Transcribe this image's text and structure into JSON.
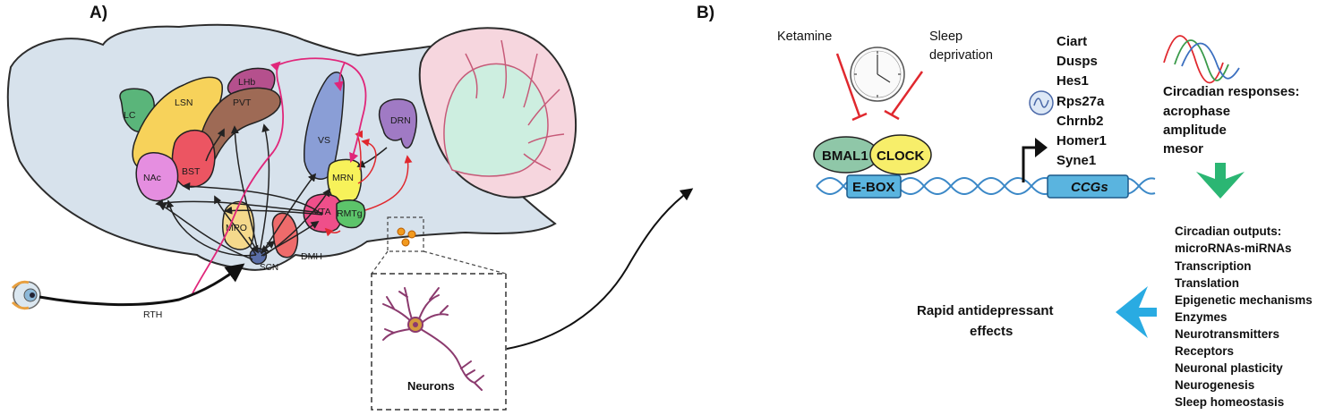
{
  "panels": {
    "a_label": "A)",
    "b_label": "B)"
  },
  "panel_a": {
    "regions": {
      "lc": "LC",
      "lsn": "LSN",
      "lhb": "LHb",
      "pvt": "PVT",
      "vs": "VS",
      "drn": "DRN",
      "nac": "NAc",
      "bst": "BST",
      "mrn": "MRN",
      "vta": "VTA",
      "rmtg": "RMTg",
      "mpo": "MPO",
      "scn": "SCN",
      "dmh": "DMH"
    },
    "rth_label": "RTH",
    "neurons_label": "Neurons"
  },
  "panel_b": {
    "ketamine_label": "Ketamine",
    "sleep_deprivation_lines": [
      "Sleep",
      "deprivation"
    ],
    "bmal1_label": "BMAL1",
    "clock_label": "CLOCK",
    "ebox_label": "E-BOX",
    "ccgs_label": "CCGs",
    "genes": [
      "Ciart",
      "Dusps",
      "Hes1",
      "Rps27a",
      "Chrnb2",
      "Homer1",
      "Syne1"
    ],
    "responses": [
      "Circadian responses:",
      "acrophase",
      "amplitude",
      "mesor"
    ],
    "outputs": [
      "Circadian outputs:",
      "microRNAs-miRNAs",
      "Transcription",
      "Translation",
      "Epigenetic mechanisms",
      "Enzymes",
      "Neurotransmitters",
      "Receptors",
      "Neuronal plasticity",
      "Neurogenesis",
      "Sleep homeostasis"
    ],
    "effect_lines": [
      "Rapid antidepressant",
      "effects"
    ],
    "colors": {
      "down_arrow": "#2bb673",
      "left_arrow": "#29abe2",
      "inhibition": "#e0282e",
      "bmal1": "#8fc7a8",
      "clock": "#f7ee6a",
      "gene_box": "#5ab4df",
      "dna": "#3b88c7"
    }
  }
}
